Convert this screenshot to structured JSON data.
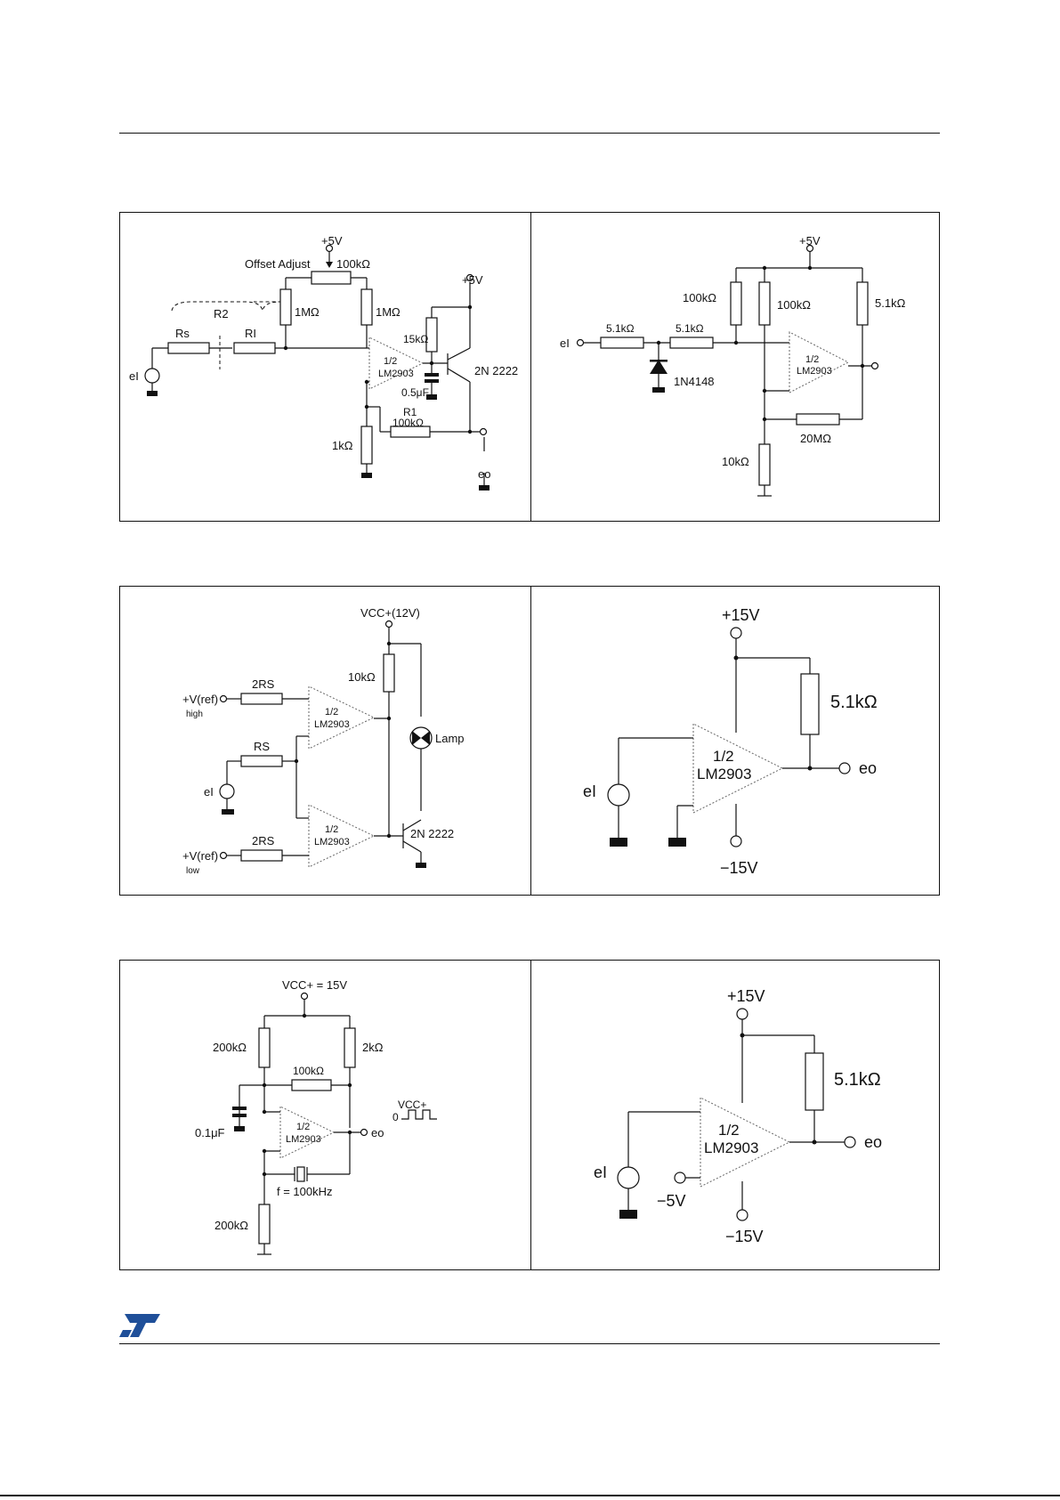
{
  "logo": {
    "label": "ST"
  },
  "schematics": [
    {
      "id": "offset-adjust",
      "texts": {
        "vplus": "+5V",
        "offset": "Offset Adjust",
        "r100k": "100kΩ",
        "r1m_a": "1MΩ",
        "r1m_b": "1MΩ",
        "vplus2": "+5V",
        "r2": "R2",
        "rs": "Rs",
        "ri": "RI",
        "ei": "eI",
        "r15k": "15kΩ",
        "half": "1/2",
        "chip": "LM2903",
        "transistor": "2N 2222",
        "cap": "0.5μF",
        "r1": "R1",
        "r100k_b": "100kΩ",
        "r1k": "1kΩ",
        "eo": "eo"
      }
    },
    {
      "id": "zero-crossing",
      "texts": {
        "vplus": "+5V",
        "r100k_a": "100kΩ",
        "r100k_b": "100kΩ",
        "r51k": "5.1kΩ",
        "ei": "eI",
        "r51k_a": "5.1kΩ",
        "r51k_b": "5.1kΩ",
        "diode": "1N4148",
        "half": "1/2",
        "chip": "LM2903",
        "r20m": "20MΩ",
        "r10k": "10kΩ"
      }
    },
    {
      "id": "limit-comparator",
      "texts": {
        "vcc": "VCC+(12V)",
        "r10k": "10kΩ",
        "r2rs_a": "2RS",
        "vref_high": "+V(ref)",
        "high": "high",
        "half_a": "1/2",
        "chip_a": "LM2903",
        "rs": "RS",
        "lamp": "Lamp",
        "ei": "eI",
        "half_b": "1/2",
        "chip_b": "LM2903",
        "transistor": "2N 2222",
        "r2rs_b": "2RS",
        "vref_low": "+V(ref)",
        "low": "low"
      }
    },
    {
      "id": "split-supply-a",
      "texts": {
        "vplus": "+15V",
        "r": "5.1kΩ",
        "half": "1/2",
        "chip": "LM2903",
        "ei": "eI",
        "eo": "eo",
        "vminus": "−15V"
      }
    },
    {
      "id": "crystal-oscillator",
      "texts": {
        "vcc": "VCC+ = 15V",
        "r200k_a": "200kΩ",
        "r2k": "2kΩ",
        "r100k": "100kΩ",
        "vcc_wave": "VCC+",
        "zero": "0",
        "cap": "0.1μF",
        "half": "1/2",
        "chip": "LM2903",
        "eo": "eo",
        "freq": "f = 100kHz",
        "r200k_b": "200kΩ"
      }
    },
    {
      "id": "split-supply-b",
      "texts": {
        "vplus": "+15V",
        "r": "5.1kΩ",
        "half": "1/2",
        "chip": "LM2903",
        "ei": "eI",
        "eo": "eo",
        "vm5": "−5V",
        "vminus": "−15V"
      }
    }
  ]
}
